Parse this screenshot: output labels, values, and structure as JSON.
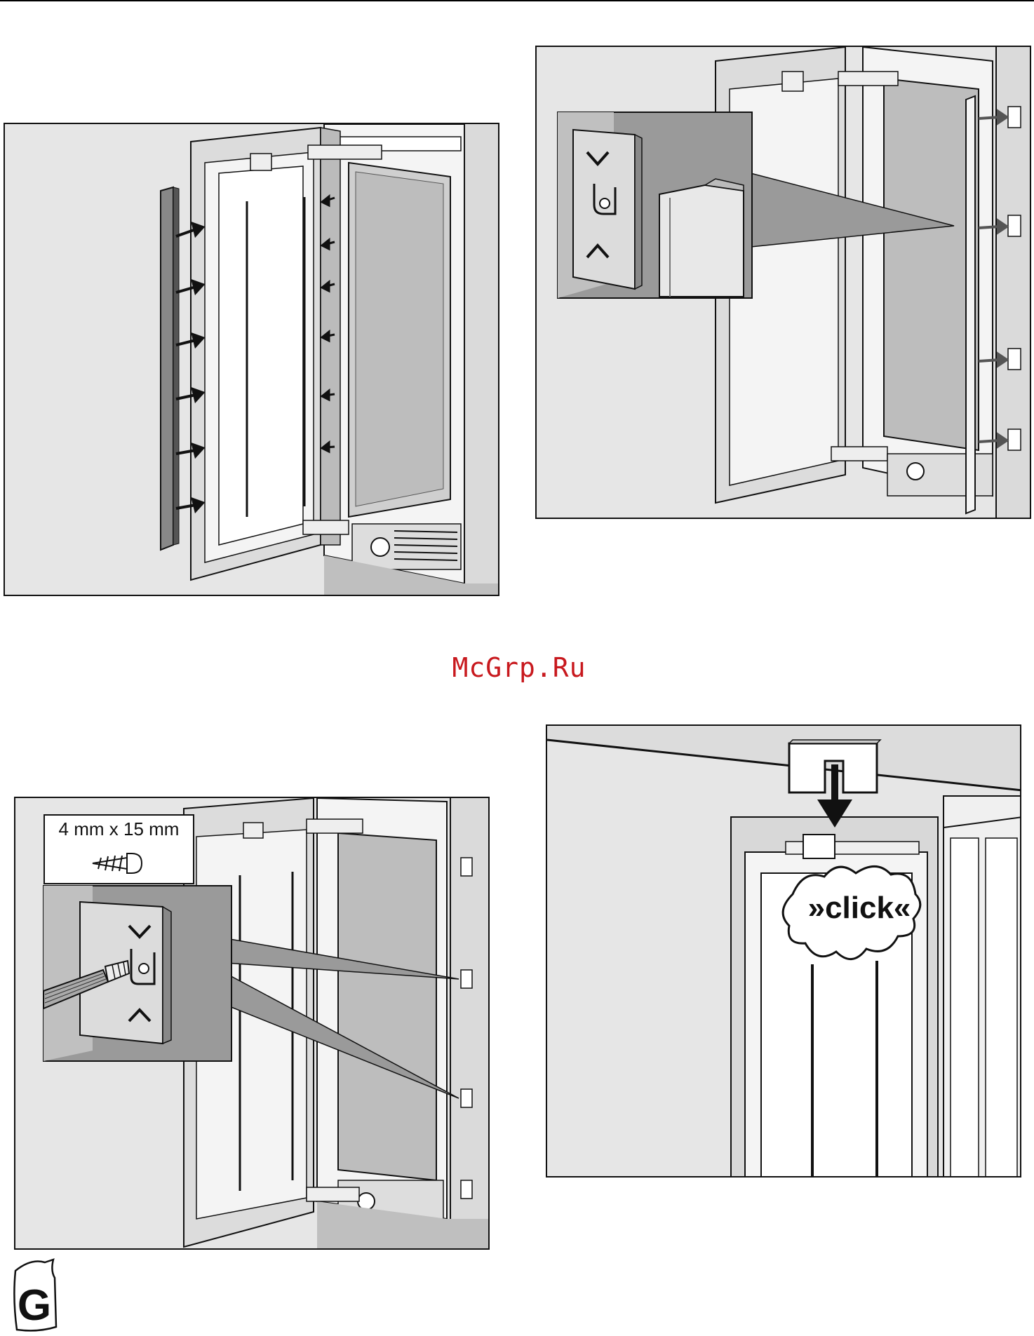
{
  "page": {
    "watermark": "McGrp.Ru",
    "language_badge": "G"
  },
  "figures": {
    "step_1": {
      "icons": [
        "door-panel-icon",
        "trim-strip-icon",
        "arrow-icon"
      ]
    },
    "step_2": {
      "icons": [
        "bracket-icon",
        "chevron-down-icon",
        "chevron-up-icon",
        "arrow-icon"
      ]
    },
    "step_3": {
      "screw_label": "4 mm x 15 mm",
      "icons": [
        "screw-icon",
        "screwdriver-icon",
        "bracket-icon"
      ]
    },
    "step_4": {
      "click_label": "»click«",
      "icons": [
        "clip-cap-icon",
        "arrow-down-icon",
        "burst-icon"
      ]
    }
  },
  "colors": {
    "watermark": "#c8191e",
    "panel_background": "#e6e6e6",
    "inset_gray": "#9a9a9a",
    "line": "#111111"
  }
}
